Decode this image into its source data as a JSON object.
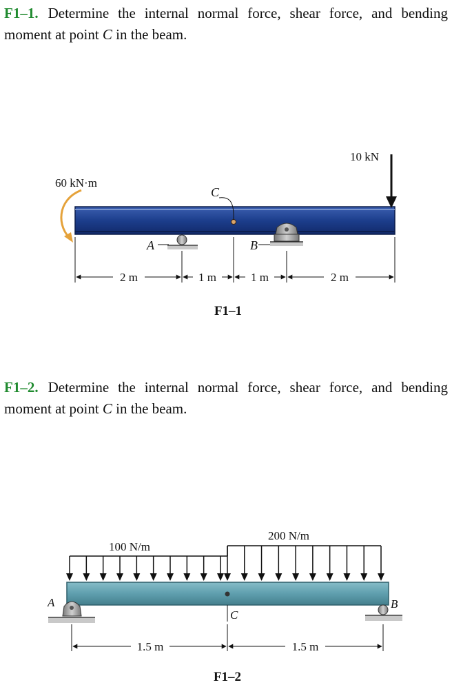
{
  "problem1": {
    "number": "F1–1.",
    "text_before": "Determine the internal normal force, shear force, and bending moment at point ",
    "point": "C",
    "text_after": " in the beam.",
    "figure": {
      "caption": "F1–1",
      "moment_label": "60 kN·m",
      "force_label": "10 kN",
      "label_C": "C",
      "label_A": "A",
      "label_B": "B",
      "dim_1": "2 m",
      "dim_2": "1 m",
      "dim_3": "1 m",
      "dim_4": "2 m"
    }
  },
  "problem2": {
    "number": "F1–2.",
    "text_before": "Determine the internal normal force, shear force, and bending moment at point ",
    "point": "C",
    "text_after": " in the beam.",
    "figure": {
      "caption": "F1–2",
      "load_left_label": "100 N/m",
      "load_right_label": "200 N/m",
      "label_A": "A",
      "label_B": "B",
      "label_C": "C",
      "dim_1": "1.5 m",
      "dim_2": "1.5 m"
    }
  },
  "colors": {
    "heading": "#1f8a2e",
    "beam1": "#1c3e8c",
    "beam2": "#5f9fae",
    "moment_arrow": "#e5a23a",
    "support": "#9a9a9a"
  }
}
